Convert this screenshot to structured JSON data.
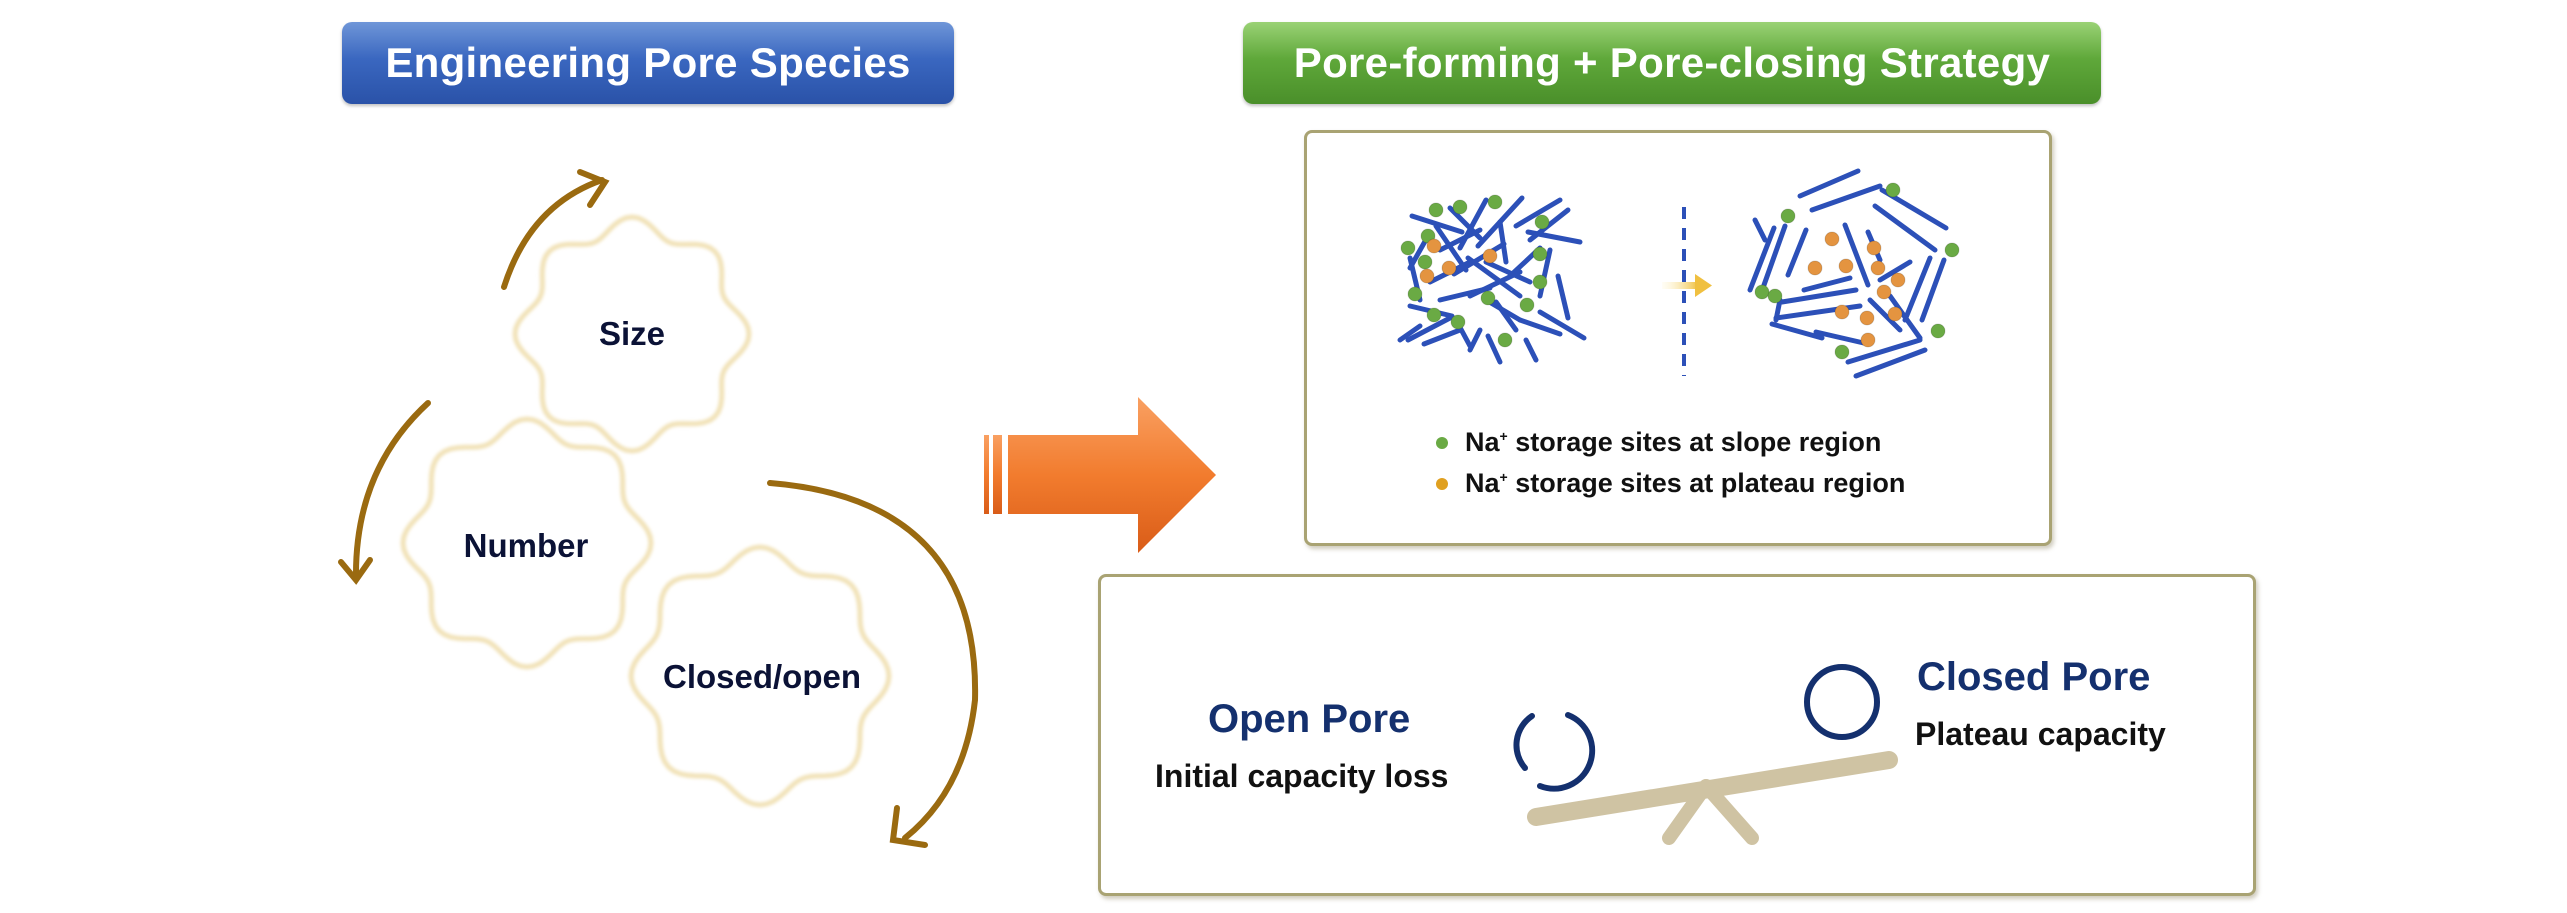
{
  "left_section": {
    "banner_title": "Engineering Pore Species",
    "cycle_items": [
      {
        "label": "Size"
      },
      {
        "label": "Number"
      },
      {
        "label": "Closed/open"
      }
    ]
  },
  "right_section": {
    "banner_title": "Pore-forming + Pore-closing Strategy",
    "structure_panel": {
      "legend": [
        {
          "ion": "Na",
          "charge": "+",
          "text": " storage sites at slope region",
          "color": "#6aaa44"
        },
        {
          "ion": "Na",
          "charge": "+",
          "text": " storage sites at plateau region",
          "color": "#e0a020"
        }
      ]
    },
    "seesaw_panel": {
      "open_pore": {
        "title": "Open Pore",
        "subtitle": "Initial capacity loss"
      },
      "closed_pore": {
        "title": "Closed Pore",
        "subtitle": "Plateau capacity"
      }
    }
  },
  "colors": {
    "blue_banner": "#3a67c0",
    "green_banner": "#5fa83a",
    "arrow_orange": "#f07a2a",
    "cycle_arrow_brown": "#9a6a10",
    "gear_outline": "#f1e2b8",
    "rod_blue": "#2c50b8",
    "slope_site_green": "#6aaa44",
    "plateau_site_orange": "#e49440",
    "pore_navy": "#14306e",
    "seesaw_tan": "#cfc3a3"
  }
}
